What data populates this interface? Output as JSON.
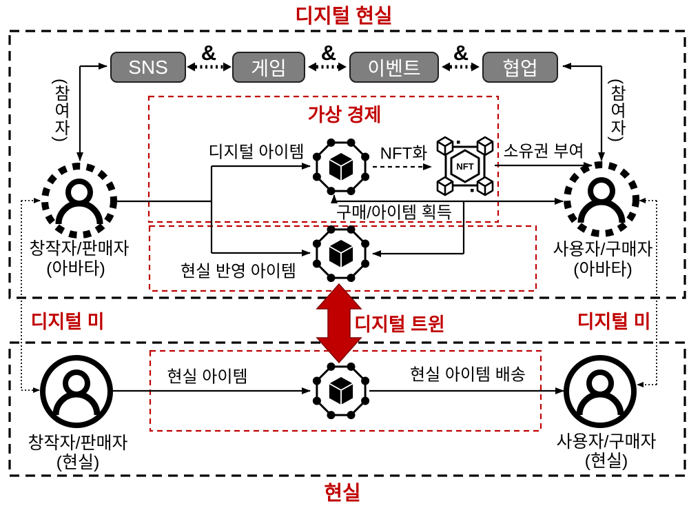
{
  "diagram": {
    "titles": {
      "digital_reality": "디지털 현실",
      "reality": "현실",
      "virtual_economy": "가상 경제",
      "digital_twin": "디지털 트윈",
      "digital_me_left": "디지털 미",
      "digital_me_right": "디지털 미"
    },
    "platforms": [
      {
        "label": "SNS"
      },
      {
        "label": "게임"
      },
      {
        "label": "이벤트"
      },
      {
        "label": "협업"
      }
    ],
    "ampersand": "&",
    "participant_label": "(참여자)",
    "flow_labels": {
      "digital_item": "디지털 아이템",
      "nftization": "NFT화",
      "ownership_grant": "소유권 부여",
      "purchase_item_acquire": "구매/아이템 획득",
      "reality_reflected_item": "현실 반영 아이템",
      "real_item": "현실 아이템",
      "real_item_delivery": "현실 아이템 배송"
    },
    "nft_icon_label": "NFT",
    "actors": {
      "creator_avatar": {
        "name": "창작자/판매자",
        "sub": "(아바타)"
      },
      "user_avatar": {
        "name": "사용자/구매자",
        "sub": "(아바타)"
      },
      "creator_real": {
        "name": "창작자/판매자",
        "sub": "(현실)"
      },
      "user_real": {
        "name": "사용자/구매자",
        "sub": "(현실)"
      }
    },
    "colors": {
      "accent_red": "#C00000",
      "platform_gray": "#7F7F7F",
      "line_black": "#000000"
    }
  }
}
